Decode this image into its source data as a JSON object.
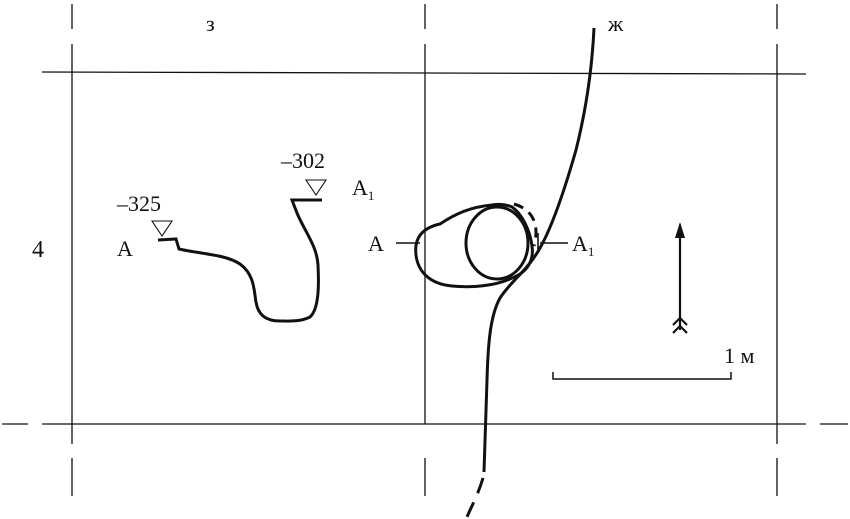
{
  "grid": {
    "column_labels": [
      "з",
      "ж"
    ],
    "row_labels": [
      "4"
    ]
  },
  "profile": {
    "start_label": "А",
    "end_label": "А",
    "end_label_sub": "1",
    "start_elevation": "–325",
    "end_elevation": "–302"
  },
  "plan": {
    "section_start_label": "А",
    "section_end_label": "А",
    "section_end_sub": "1"
  },
  "scale_bar": {
    "label": "1 м"
  },
  "colors": {
    "ink": "#111111",
    "background": "#ffffff"
  }
}
